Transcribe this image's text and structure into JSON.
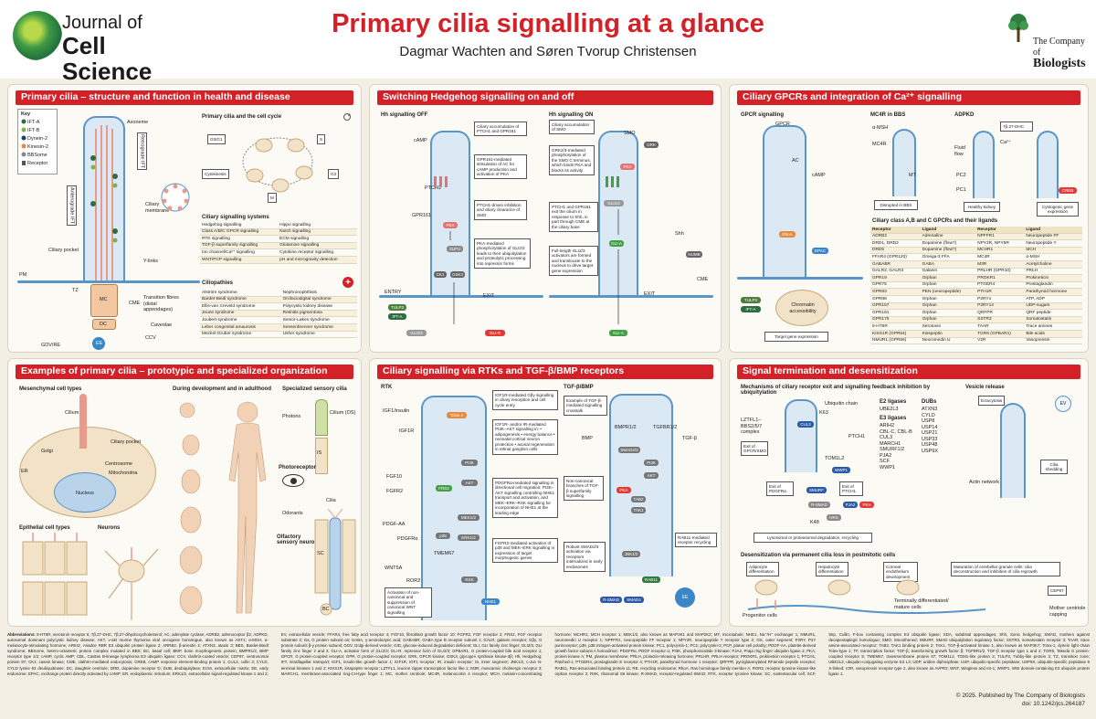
{
  "header": {
    "journal_line1": "Journal of",
    "journal_line2": "Cell Science",
    "title": "Primary cilia signalling at a glance",
    "authors": "Dagmar Wachten and Søren Tvorup Christensen",
    "publisher_line1": "The Company of",
    "publisher_line2": "Biologists"
  },
  "panels": {
    "p1": {
      "title": "Primary cilia – structure and function in health and disease",
      "key_title": "Key",
      "key_items": [
        "IFT-A",
        "IFT-B",
        "Dynein-2",
        "Kinesin-2",
        "BBSome",
        "Receptor"
      ],
      "labels": {
        "axoneme": "Axoneme",
        "retrograde": "Retrograde IFT",
        "anterograde": "Anterograde IFT",
        "ciliary_membrane": "Ciliary membrane",
        "ciliary_pocket": "Ciliary pocket",
        "y_links": "Y-links",
        "transition_fibres": "Transition fibres (distal appendages)",
        "pm": "PM",
        "tz": "TZ",
        "mc": "MC",
        "dc": "DC",
        "cme": "CME",
        "caveolae": "Caveolae",
        "ccv": "CCV",
        "ee": "EE",
        "gdv": "GDV/RE"
      },
      "cycle_title": "Primary cilia and the cell cycle",
      "cycle_phases": [
        "G0/G1",
        "S",
        "G2",
        "M",
        "Cytokinesis"
      ],
      "systems_title": "Ciliary signalling systems",
      "systems": [
        [
          "Hedgehog signalling",
          "Hippo signalling"
        ],
        [
          "Class A/B/C GPCR signalling",
          "Notch signalling"
        ],
        [
          "RTK signalling",
          "ECM signalling"
        ],
        [
          "TGF-β superfamily signalling",
          "Glutamine signalling"
        ],
        [
          "Ion channel/Ca²⁺ signalling",
          "Cytokine receptor signalling"
        ],
        [
          "WNT/PCP signalling",
          "pH and microgravity detection"
        ]
      ],
      "ciliopathies_title": "Ciliopathies",
      "ciliopathies": [
        [
          "Alström syndrome",
          "Nephronophthisis"
        ],
        [
          "Bardet-Biedl syndrome",
          "Orofaciodigital syndrome"
        ],
        [
          "Ellis-van Creveld syndrome",
          "Polycystic kidney disease"
        ],
        [
          "Jeune syndrome",
          "Retinitis pigmentosa"
        ],
        [
          "Joubert syndrome",
          "Senior-Løken syndrome"
        ],
        [
          "Leber congenital amaurosis",
          "Sensenbrenner syndrome"
        ],
        [
          "Meckel-Gruber syndrome",
          "Usher syndrome"
        ]
      ]
    },
    "p2": {
      "title": "Switching Hedgehog signalling on and off",
      "off_title": "Hh signalling OFF",
      "on_title": "Hh signalling ON",
      "off_boxes": [
        "Ciliary accumulation of PTCH1 and GPR161",
        "GPR161-mediated stimulation of AC for cAMP production and activation of PKA",
        "PTCH1-driven inhibition and ciliary clearance of SMO",
        "PKA-mediated phosphorylation of GLI2/3 leads to their ubiquitylation and proteolytic processing into repressor forms"
      ],
      "on_boxes": [
        "Ciliary accumulation of SMO",
        "GRK2/3-mediated phosphorylation of the SMO C terminus, which binds PKA and blocks its activity",
        "PTCH1 and GPR161 exit the cilium in response to Shh, in part through CME at the ciliary base",
        "Full-length GLI2/3 activators are formed and translocate to the nucleus to drive target gene expression"
      ],
      "labels": {
        "camp": "cAMP",
        "ptch1": "PTCH1",
        "gpr161": "GPR161",
        "pka": "PKA",
        "smo": "SMO",
        "gli": "GLI2/3",
        "glir": "GLI-R",
        "glia": "GLI-A",
        "sufu": "SUFU",
        "ck1": "CK1",
        "gsk3": "GSK3",
        "entry": "ENTRY",
        "exit": "EXIT",
        "tulp3": "TULP3",
        "ifta": "IFT-A",
        "shh": "Shh",
        "grk": "GRK",
        "numb": "NUMB",
        "cme": "CME",
        "ac": "AC",
        "ga": "Gαs"
      }
    },
    "p3": {
      "title": "Ciliary GPCRs and integration of Ca²⁺ signalling",
      "gpcr_title": "GPCR signalling",
      "mc4r_title": "MC4R in BBS",
      "adpkd_title": "ADPKD",
      "labels": {
        "gpcr": "GPCR",
        "ac": "AC",
        "camp": "cAMP",
        "rhoa": "RhoA",
        "epac": "EPAC",
        "chromatin": "Chromatin accessibility",
        "target": "Target gene expression",
        "amsh": "α-MSH",
        "mc4r": "MC4R",
        "disrupted": "Disrupted in BBS",
        "mt": "MT",
        "dhc": "7β,27-DHC",
        "ca": "Ca²⁺",
        "fluid": "Fluid flow",
        "pc2": "PC2",
        "pc1": "PC1",
        "healthy": "Healthy kidney",
        "cysto": "Cystogenic gene expression",
        "creb": "CREB",
        "tulp3": "TULP3",
        "ifta": "IFT-A"
      },
      "table_title": "Ciliary class A,B and C GPCRs and their ligands",
      "table_header": [
        "Receptor",
        "Ligand",
        "Receptor",
        "Ligand"
      ],
      "table_rows": [
        [
          "ADRB2",
          "Adrenaline",
          "NPFFR1",
          "Neuropeptide FF"
        ],
        [
          "DRD1, DRD2",
          "Dopamine (flow?)",
          "NPY2R, NPY5R",
          "Neuropeptide Y"
        ],
        [
          "DRD5",
          "Dopamine (flow?)",
          "MCHR1",
          "MCH"
        ],
        [
          "FFAR4 (GPR120)",
          "Omega-3 FFA",
          "MC4R",
          "α-MSH"
        ],
        [
          "GABABR",
          "GABA",
          "M3R",
          "Acetylcholine"
        ],
        [
          "GALR2, GALR3",
          "Galanin",
          "PRLHR (GPR10)",
          "PRLH"
        ],
        [
          "GPR19",
          "Orphan",
          "PROKR1",
          "Prokineticin"
        ],
        [
          "GPR75",
          "Orphan",
          "PTGER4",
          "Prostaglandin"
        ],
        [
          "GPR83",
          "PEN (neuropeptide)",
          "PTH1R",
          "Parathyroid hormone"
        ],
        [
          "GPR88",
          "Orphan",
          "P2RY1",
          "ATP, ADP"
        ],
        [
          "GPR157",
          "Orphan",
          "P2RY14",
          "UDP-sugars"
        ],
        [
          "GPR161",
          "Orphan",
          "QRFPR",
          "QRF peptide"
        ],
        [
          "GPR175",
          "Orphan",
          "SSTR3",
          "Somatostatin"
        ],
        [
          "5-HT6R",
          "Serotonin",
          "TAAR",
          "Trace amines"
        ],
        [
          "KISS1R (GPR54)",
          "Kisspeptin",
          "TGR5 (GPBAR1)",
          "Bile acids"
        ],
        [
          "NMUR1 (GPR66)",
          "Neuromedin U",
          "V2R",
          "Vasopressin"
        ]
      ]
    },
    "p4": {
      "title": "Examples of primary cilia – prototypic and specialized organization",
      "mesen_title": "Mesenchymal cell types",
      "dev_title": "During development and in adulthood",
      "sensory_title": "Specialized sensory cilia",
      "epi_title": "Epithelial cell types",
      "neuron_title": "Neurons",
      "labels": {
        "cilium": "Cilium",
        "pocket": "Ciliary pocket",
        "golgi": "Golgi",
        "centrosome": "Centrosome",
        "mito": "Mitochondria",
        "er": "ER",
        "nucleus": "Nucleus",
        "photo": "Photoreceptor",
        "cos": "Cilium (OS)",
        "is": "IS",
        "photons": "Photons",
        "cilia": "Cilia",
        "odorants": "Odorants",
        "olf": "Olfactory sensory neurons",
        "sc": "SC",
        "bc": "BC"
      }
    },
    "p5": {
      "title": "Ciliary signalling via RTKs and TGF-β/BMP receptors",
      "rtk_title": "RTK",
      "tgf_title": "TGF-β/BMP",
      "rtk_boxes": [
        "IGF1R-mediated Gβγ signalling in ciliary resorption and cell cycle entry",
        "IGF1R- and/or IR-mediated PI3K–AKT signalling in: • adipogenesis • energy balance • neonatal cortical neuron protection • axonal regeneration in retinal ganglion cells",
        "PDGFRα-mediated signalling in directional cell migration: PI3K–AKT signalling controlling NHE1 transport and activation, and MEK–ERK–RSK signalling for incorporation of NHE1 at the leading edge",
        "FGFR2-mediated activation of p38 and MEK–ERK signalling in expression of target morphogenic genes",
        "Activation of non-canonical and suppression of canonical WNT signalling"
      ],
      "tgf_boxes": [
        "Example of TGF-β-mediated signalling crosstalk",
        "Non-canonical branches of TGF-β superfamily signalling",
        "RAB11-mediated receptor recycling",
        "Robust SMAD2/3 activation via receptors internalized in early endosomes"
      ],
      "labels": {
        "igf1": "IGF1/insulin",
        "igf1r": "IGF1R",
        "fgf10": "FGF10",
        "fgfr2": "FGFR2",
        "pdgfaa": "PDGF-AA",
        "pdgfra": "PDGFRα",
        "wnt5a": "WNT5A",
        "ror2": "ROR2",
        "tmem67": "TMEM67",
        "frs2": "FRS2",
        "pi3k": "PI3K",
        "akt": "AKT",
        "mek": "MEK1/2",
        "erk": "ERK1/2",
        "rsk": "RSK",
        "nhe1": "NHE1",
        "p38": "p38",
        "tctex": "Tctex-1",
        "bmp": "BMP",
        "tgfb": "TGF-β",
        "bmpr12": "BMPR1/2",
        "tgfbr12": "TGFBR1/2",
        "smad": "SMAD2/3",
        "rsmad": "R-SMAD",
        "smad4": "SMAD4",
        "ee": "EE",
        "rab11": "RAB11",
        "tak1": "TAK1",
        "tab2": "TAB2",
        "jnk": "JNK1/2",
        "pka": "PKA"
      }
    },
    "p6": {
      "title": "Signal termination and desensitization",
      "mech_title": "Mechanisms of ciliary receptor exit and signalling feedback inhibition by ubiquitylation",
      "vesicle_title": "Vesicle release",
      "e2_title": "E2 ligases",
      "e2": "UBE2L3",
      "e3_title": "E3 ligases",
      "e3": [
        "ARIH2",
        "CBL-C, CBL-B",
        "CUL3",
        "MARCH1",
        "SMURF1/2",
        "PJA2",
        "SCF",
        "WWP1"
      ],
      "dub_title": "DUBs",
      "dubs": [
        "ATXN3",
        "CYLD",
        "USP8",
        "USP14",
        "USP21",
        "USP33",
        "USP48",
        "USP9X"
      ],
      "labels": {
        "lztfl1": "LZTFL1–BBS2/5/7 complex",
        "exit_gpcr": "Exit of GPCR/SMO",
        "exit_pdgfr": "Exit of PDGFRα",
        "exit_ptch1": "Exit of PTCH1",
        "k63": "K63",
        "k48": "K48",
        "ub": "Ubiquitin chain",
        "ptch1": "PTCH1",
        "tom1l2": "TOM1L2",
        "lyso": "Lysosomal or proteasomal degradation, recycling",
        "ectocytosis": "Ectocytosis",
        "ev": "EV",
        "actin": "Actin network",
        "shedding": "Cilia shedding",
        "smurf": "SMURF",
        "wwp1": "WWP1",
        "cul3": "CUL3",
        "pja2": "PJA2",
        "pka": "PKA",
        "hrs": "HRS",
        "rsmad": "R-SMAD"
      },
      "desens_title": "Desensitization via permanent cilia loss in postmitotic cells",
      "desens_boxes": [
        "Adipocyte differentiation",
        "Hepatocyte differentiation",
        "Corneal endothelium development",
        "Maturation of cerebellar granule cells: cilia deconstruction and inhibition of cilia regrowth"
      ],
      "desens_labels": {
        "progenitor": "Progenitor cells",
        "terminal": "Terminally differentiated/ mature cells",
        "cep97": "CEP97",
        "capping": "Mother centriole capping"
      }
    }
  },
  "abbreviations_title": "Abbreviations:",
  "abbreviations": "5-HT6R, serotonin receptor 6; 7β,27-DHC, 7β,27-dihydroxycholesterol; AC, adenylate cyclase; ADRB2, adrenoceptor β2; ADPKD, autosomal dominant polycystic kidney disease; AKT, v-akt murine thymoma viral oncogene homologue, also known as AKT1; α-MSH, α-melanocyte-stimulating hormone; ARIH2, Ariadne RBR E3 ubiquitin protein ligase 2; ARRB2, β-arrestin 2; ATXN3, ataxin 3; BBS, Bardet-Biedl syndrome; BBSome, hetero-octameric protein complex mutated in BBS; BC, basal cell; BMP, bone morphogenetic protein; BMPR1/2, BMP receptor type 1/2; cAMP, cyclic AMP; CBL, Casitas B-lineage lymphoma E3 ubiquitin ligase; CCV, clathrin-coated vesicle; CEP97, centrosomal protein 97; CK1, casein kinase; CME, clathrin-mediated endocytosis; CREB, cAMP response element-binding protein 1; CUL3, cullin 3; CYLD, CYLD lysine 63 deubiquitinase; DC, daughter centriole; DRD, dopamine receptor D; DUB, deubiquitylase; ECM, extracellular matrix; EE, early endosome; EPAC, exchange protein directly activated by cAMP; ER, endoplasmic reticulum; ERK1/2, extracellular signal-regulated kinase 1 and 2; EV, extracellular vesicle; FFAR4, free fatty acid receptor 4; FGF10, fibroblast growth factor 10; FGFR2, FGF receptor 2; FRS2, FGF receptor substrate 2; Gs, G protein subunit αs; GABA, γ-aminobutyric acid; GABABR, GABA type B receptor subunit 1; GALR, galanin receptor; Gβγ, G protein subunit β-γ protein subunit; GDV, Golgi-derived vesicle; GID, glucose-induced degradation deficient; GLI, GLI family zinc finger; GLI2/3, GLI family zinc finger 2 and 3; GLI-A, activator form of GLI2/3; GLI-R, repressor form of GLI2/3; GPBAR1, G protein-coupled bile acid receptor 1; GPCR, G protein-coupled receptor; GPR, G protein-coupled receptor; GRK, GPCR kinase; GSK3, glycogen synthase kinase-3β; Hh, Hedgehog; IFT, intraflagellar transport; IGF1, insulin-like growth factor 1; IGF1R, IGF1 receptor; IR, insulin receptor; IS, inner segment; JNK1/2, c-Jun N-terminal kinases 1 and 2; KISS1R, kisspeptin receptor; LZTFL1, leucine zipper transcription factor like 1; M3R, muscarinic cholinergic receptor 3; MARCH1, membrane-associated ring-CH-type finger 1; MC, mother centriole; MC4R, melanocortin 4 receptor; MCH, melanin-concentrating hormone; MCHR1, MCH receptor 1; MEK1/2, also known as MAP2K1 and MAP2K2; MT, microtubule; NHE1, Na⁺/H⁺ exchanger 1; NMUR1, neuromedin U receptor 1; NPFFR1, neuropeptide FF receptor 1; NPY2R, neuropeptide Y receptor type 2; OS, outer segment; P2RY, P2Y purinoceptor; p38, p38 mitogen-activated protein kinase; PC1, polycystin-1; PC2, polycystin-2; PCP, planar cell polarity; PDGF-AA, platelet-derived growth factor subunit A homodimer; PDGFRα, PDGF receptor α; PI3K, phosphoinositide 3-kinase; PJA2, Praja ring finger ubiquitin ligase 2; PKA, protein kinase A; PM, plasma membrane; PRLH, prolactin-releasing hormone; PRLHR, PRLH receptor; PROKR1, prokineticin receptor 1; PTCH1, Patched-1; PTGER4, prostaglandin E receptor 4; PTH1R, parathyroid hormone 1 receptor; QRFPR, pyroglutamylated RFamide peptide receptor; RAB11, Ras-associated binding protein 11; RE, recycling endosome; RhoA, Ras homologue family member A; ROR2, receptor tyrosine kinase-like orphan receptor 2; RSK, ribosomal S6 kinase; R-SMAD, receptor-regulated SMAD; RTK, receptor tyrosine kinase; SC, sustentacular cell; SCF, Skp, Cullin, F-box containing complex E3 ubiquitin ligase; SDA, subdistal appendages; Shh, Sonic hedgehog; SMAD, mothers against decapentaplegic homologue; SMO, Smoothened; SMURF, SMAD ubiquitylation regulatory factor; SSTR3, somatostatin receptor 3; TAAR, trace amine-associated receptor; TAB2, TAK1 binding protein 2; TAK1, TGF-β-activated kinase 1, also known as MAP3K7; Tctex-1, dynein light chain Tctex-type 1; TF, transcription factor; TGF-β, transforming growth factor β; TGFBR1/2, TGF-β receptor type 1 and 2; TGR5, Takeda G protein-coupled receptor 5; TMEM67, transmembrane protein 67; TOM1L2, TOM1-like protein 2; TULP3, Tubby-like protein 3; TZ, transition zone; UBE2L3, ubiquitin-conjugating enzyme E2 L3; UDP, uridine diphosphate; USP, ubiquitin-specific peptidase; USP9X, ubiquitin-specific peptidase 9 X-linked; V2R, vasopressin receptor type 2, also known as AVPR2; WNT, Wingless and Int-1; WWP1, WW domain-containing E3 ubiquitin protein ligase 1.",
  "footer": {
    "copyright": "© 2025. Published by The Company of Biologists",
    "doi": "doi: 10.1242/jcs.264187"
  },
  "colors": {
    "accent_red": "#d42027",
    "cilium_blue": "#5a95c8",
    "panel_bg": "#fcfaf4",
    "page_bg": "#f3efe4"
  }
}
